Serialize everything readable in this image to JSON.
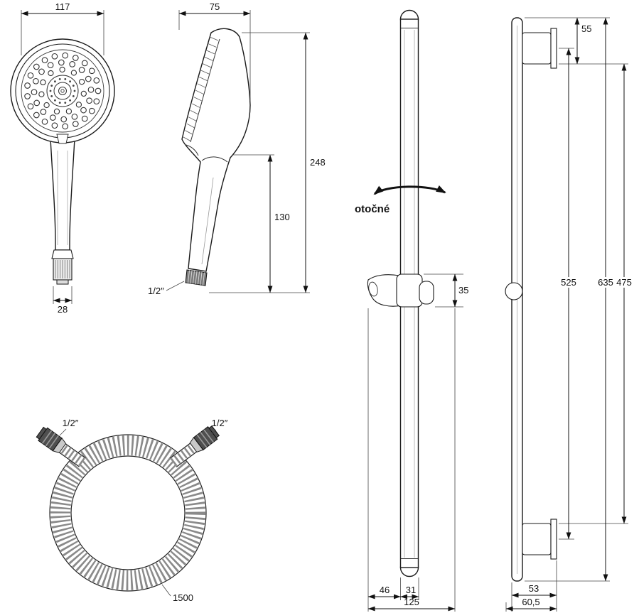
{
  "drawing": {
    "handshower_front": {
      "face_diameter": "117",
      "outlet_diameter": "28"
    },
    "handshower_side": {
      "head_width": "75",
      "total_length": "248",
      "handle_length": "130",
      "thread_size": "1/2″"
    },
    "rail_front": {
      "rotatable_note": "otočné",
      "holder_height": "35",
      "holder_offset": "46",
      "rail_width": "31",
      "total_offset": "125"
    },
    "rail_side": {
      "top_offset": "55",
      "bracket_spacing": "525",
      "total_length": "635",
      "inner_spacing": "475",
      "bracket_depth": "53",
      "total_depth": "60,5"
    },
    "hose": {
      "thread_left": "1/2″",
      "thread_right": "1/2″",
      "length": "1500"
    }
  }
}
